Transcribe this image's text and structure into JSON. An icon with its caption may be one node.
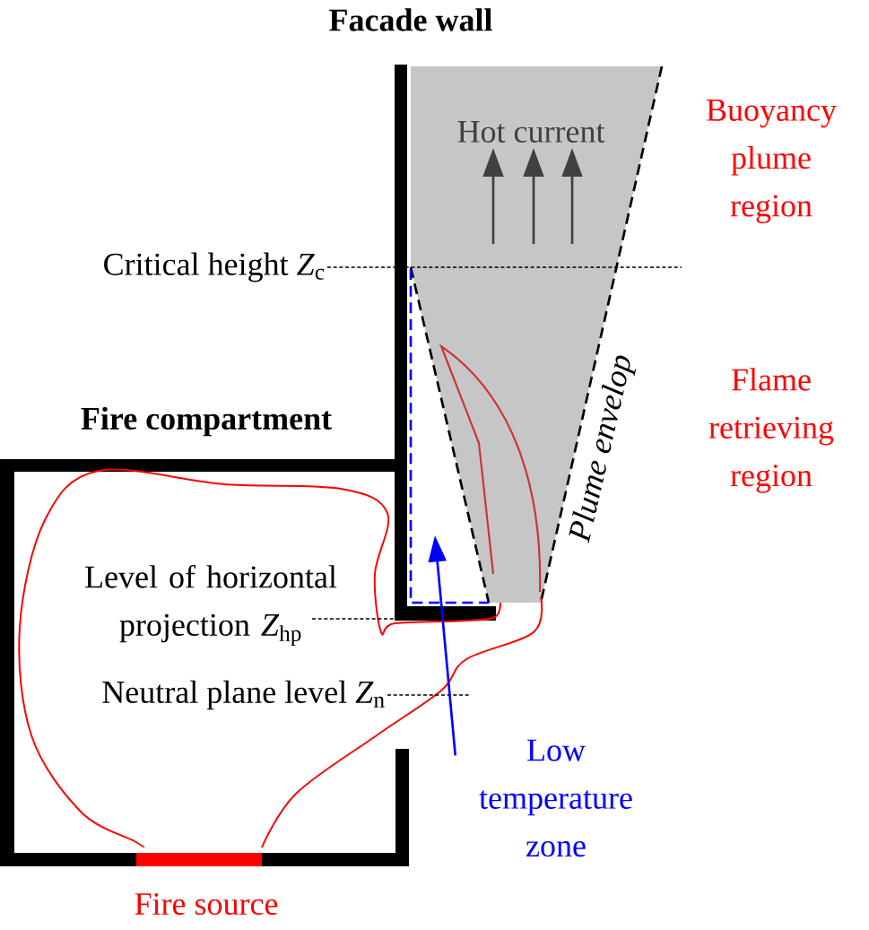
{
  "diagram": {
    "nodes": [
      {
        "text": [
          "Low temperature zone"
        ]
      },
      {
        "text": [],
        "shape": "triangle"
      }
    ],
    "edges": [
      {
        "from": 0,
        "to": 1,
        "arrow": "to",
        "color": "#0000ff"
      }
    ],
    "labels": [
      "Facade wall",
      "Hot current",
      "Buoyancy plume region",
      "Critical height *Z*$_{c}$",
      "Plume envelop",
      "Flame retrieving region",
      "Fire compartment",
      "Level of horizontal projection *Z*$_{hp}$",
      "Neutral plane level *Z*$_{n}$",
      "Fire source"
    ]
  }
}
